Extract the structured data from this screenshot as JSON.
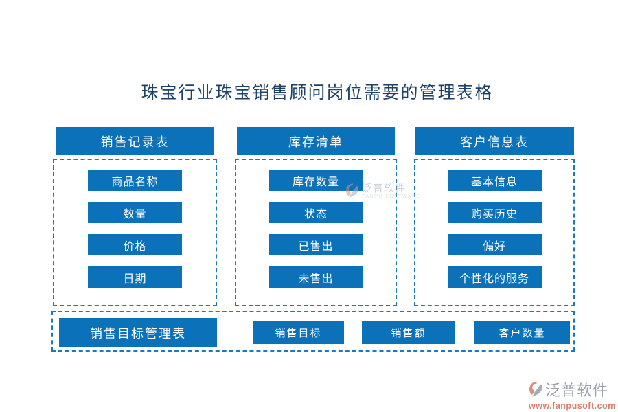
{
  "title": "珠宝行业珠宝销售顾问岗位需要的管理表格",
  "columns": [
    {
      "header": "销售记录表",
      "items": [
        "商品名称",
        "数量",
        "价格",
        "日期"
      ]
    },
    {
      "header": "库存清单",
      "items": [
        "库存数量",
        "状态",
        "已售出",
        "未售出"
      ]
    },
    {
      "header": "客户信息表",
      "items": [
        "基本信息",
        "购买历史",
        "偏好",
        "个性化的服务"
      ]
    }
  ],
  "bottom_row": {
    "header": "销售目标管理表",
    "items": [
      "销售目标",
      "销售额",
      "客户数量"
    ]
  },
  "watermark_center": {
    "name": "泛普软件",
    "subtitle": "FANPU SOFTWARE"
  },
  "watermark_corner": {
    "name": "泛普软件",
    "url": "www.fanpusoft.com"
  },
  "colors": {
    "node_blue": "#0b72ba",
    "dashed_border": "#1b78c3",
    "title_text": "#1d4266",
    "watermark_gray": "#9aa0ad",
    "watermark_salmon": "#d4826b"
  }
}
